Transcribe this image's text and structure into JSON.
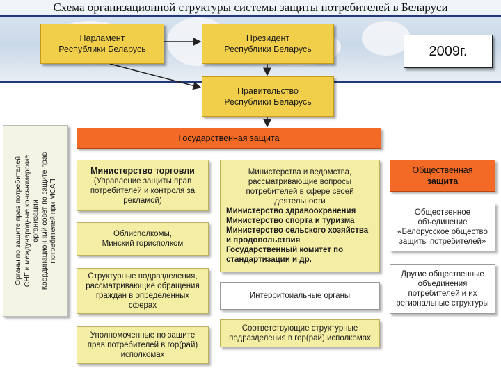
{
  "title": "Схема организационной структуры системы защиты потребителей в Беларуси",
  "year": "2009г.",
  "parliament": [
    "Парламент",
    "Республики Беларусь"
  ],
  "president": [
    "Президент",
    "Республики Беларусь"
  ],
  "government": [
    "Правительство",
    "Республики Беларусь"
  ],
  "vertical_text": [
    "Органы по защите прав потребителей",
    "СНГ и международные консьюмерские",
    "организации",
    "Координационный совет по защите прав",
    "потребителей при МСАП"
  ],
  "state_protection": "Государственная защита",
  "ministry_trade": {
    "title": "Министерство торговли",
    "text": [
      "(Управление защиты прав",
      "потребителей и контроля за",
      "рекламой)"
    ]
  },
  "oblast": [
    "Облисполкомы,",
    "Минский горисполком"
  ],
  "structural_divisions": [
    "Структурные подразделения,",
    "рассматривающие обращения",
    "граждан в определенных",
    "сферах"
  ],
  "authorized": [
    "Уполномоченные по защите",
    "прав потребителей в гор(рай)",
    "исполкомах"
  ],
  "ministries": {
    "intro": [
      "Министерства и ведомства,",
      "рассматривающие вопросы",
      "потребителей в сфере своей",
      "деятельности"
    ],
    "list": [
      "Министерство здравоохранения",
      "Министерство спорта и туризма",
      "Министерство сельского хозяйства",
      "и продовольствия",
      "Государственный комитет по",
      "стандартизации и др."
    ]
  },
  "interterritorial": "Интерритоиальные органы",
  "corresponding": [
    "Соответствующие структурные",
    "подразделения в гор(рай) исполкомах"
  ],
  "public_protection": [
    "Общественная",
    "защита"
  ],
  "public_association": [
    "Общественное",
    "объединение",
    "«Белорусское общество",
    "защиты потребителей»"
  ],
  "other_associations": [
    "Другие общественные",
    "объединения",
    "потребителей и их",
    "региональные структуры"
  ],
  "colors": {
    "gold": "#f2cf4a",
    "pale_yellow": "#f4eda4",
    "orange": "#f26a25",
    "navy_rule": "#233a7a",
    "arrow": "#222222"
  }
}
